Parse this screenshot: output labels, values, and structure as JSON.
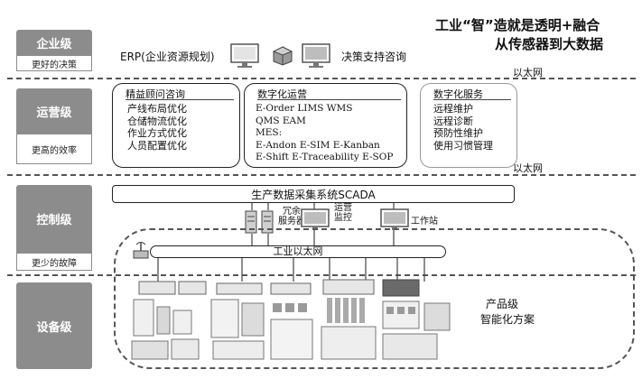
{
  "header": {
    "title_line1": "工业“智”造就是透明+融合",
    "title_line2": "从传感器到大数据"
  },
  "levels": [
    {
      "name": "企业级",
      "benefit": "更好的决策"
    },
    {
      "name": "运营级",
      "benefit": "更高的效率"
    },
    {
      "name": "控制级",
      "benefit": "更少的故障"
    },
    {
      "name": "设备级",
      "benefit": ""
    }
  ],
  "enterprise": {
    "erp_label": "ERP(企业资源规划)",
    "decision_label": "决策支持咨询",
    "ethernet_label": "以太网"
  },
  "operations": {
    "lean": {
      "title": "精益顾问咨询",
      "items": [
        "产线布局优化",
        "仓储物流优化",
        "作业方式优化",
        "人员配置优化"
      ]
    },
    "digital_ops": {
      "title": "数字化运营",
      "lines": [
        "E-Order  LIMS  WMS",
        "QMS  EAM",
        "MES:",
        "E-Andon  E-SIM  E-Kanban",
        "E-Shift  E-Traceability  E-SOP"
      ]
    },
    "digital_service": {
      "title": "数字化服务",
      "items": [
        "远程维护",
        "远程诊断",
        "预防性维护",
        "使用习惯管理"
      ]
    },
    "ethernet_label": "以太网"
  },
  "control": {
    "scada_label": "生产数据采集系统SCADA",
    "redundant_server": "冗余\n服务器",
    "redundant_server_l1": "冗余",
    "redundant_server_l2": "服务器",
    "ops_monitor_l1": "运营",
    "ops_monitor_l2": "监控",
    "workstation": "工作站",
    "industrial_ethernet": "工业以太网"
  },
  "device": {
    "product_level_l1": "产品级",
    "product_level_l2": "智能化方案"
  }
}
